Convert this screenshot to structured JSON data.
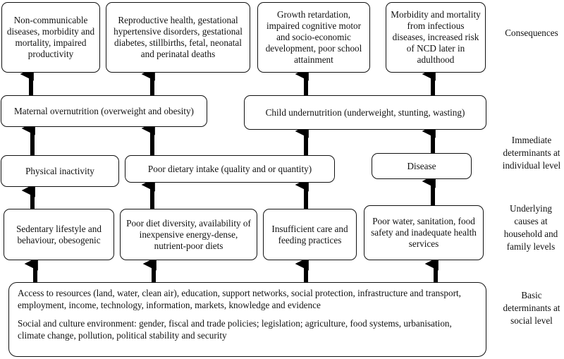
{
  "consequences": [
    "Non-communicable diseases, morbidity and mortality, impaired productivity",
    "Reproductive health, gestational hypertensive disorders, gestational diabetes, stillbirths, fetal, neonatal and perinatal deaths",
    "Growth retardation, impaired cognitive motor and socio-economic development, poor school attainment",
    "Morbidity and mortality from infectious diseases, increased risk of NCD later in adulthood"
  ],
  "nutrition_status": {
    "maternal": "Maternal overnutrition (overweight and obesity)",
    "child": "Child undernutrition (underweight, stunting, wasting)"
  },
  "immediate": {
    "physical": "Physical inactivity",
    "diet": "Poor dietary intake (quality and or quantity)",
    "disease": "Disease"
  },
  "underlying": {
    "sedentary": "Sedentary lifestyle and behaviour, obesogenic",
    "diet_diversity": "Poor diet diversity, availability of inexpensive energy-dense, nutrient-poor diets",
    "care": "Insufficient care and feeding practices",
    "water": "Poor water, sanitation, food safety and inadequate health services"
  },
  "basic": {
    "access": "Access to resources (land, water, clean air), education, support networks, social protection, infrastructure and transport, employment, income, technology, information, markets, knowledge and evidence",
    "social": "Social and culture environment: gender, fiscal and trade policies; legislation; agriculture, food systems, urbanisation, climate change, pollution, political stability and security"
  },
  "side_labels": {
    "consequences": "Consequences",
    "immediate": "Immediate determinants at individual level",
    "underlying": "Underlying causes at household and family levels",
    "basic": "Basic determinants at social level"
  }
}
